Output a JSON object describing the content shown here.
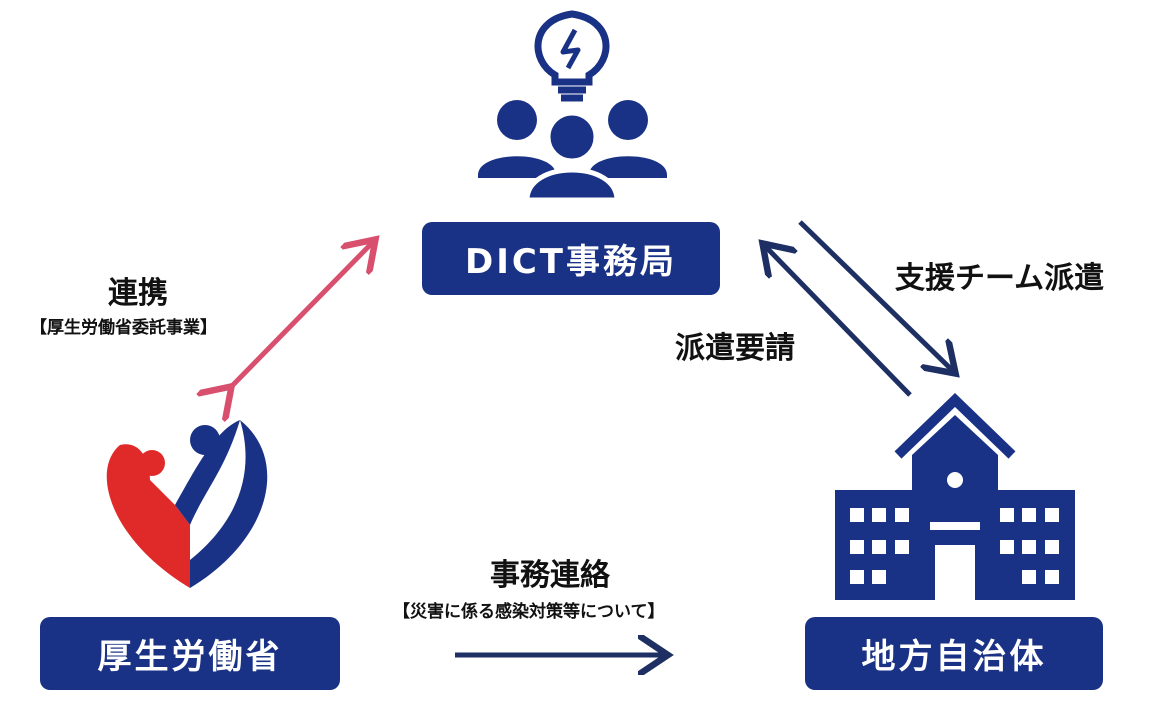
{
  "nodes": {
    "dict": "DICT事務局",
    "mhlw": "厚生労働省",
    "local_gov": "地方自治体"
  },
  "edges": {
    "cooperation": {
      "label": "連携",
      "sub": "【厚生労働省委託事業】"
    },
    "dispatch_team": {
      "label": "支援チーム派遣"
    },
    "dispatch_request": {
      "label": "派遣要請"
    },
    "notice": {
      "label": "事務連絡",
      "sub": "【災害に係る感染対策等について】"
    }
  },
  "colors": {
    "navy": "#1a3286",
    "pink": "#d9506e",
    "red": "#e02a2a",
    "arrow_navy": "#1d2f63"
  }
}
